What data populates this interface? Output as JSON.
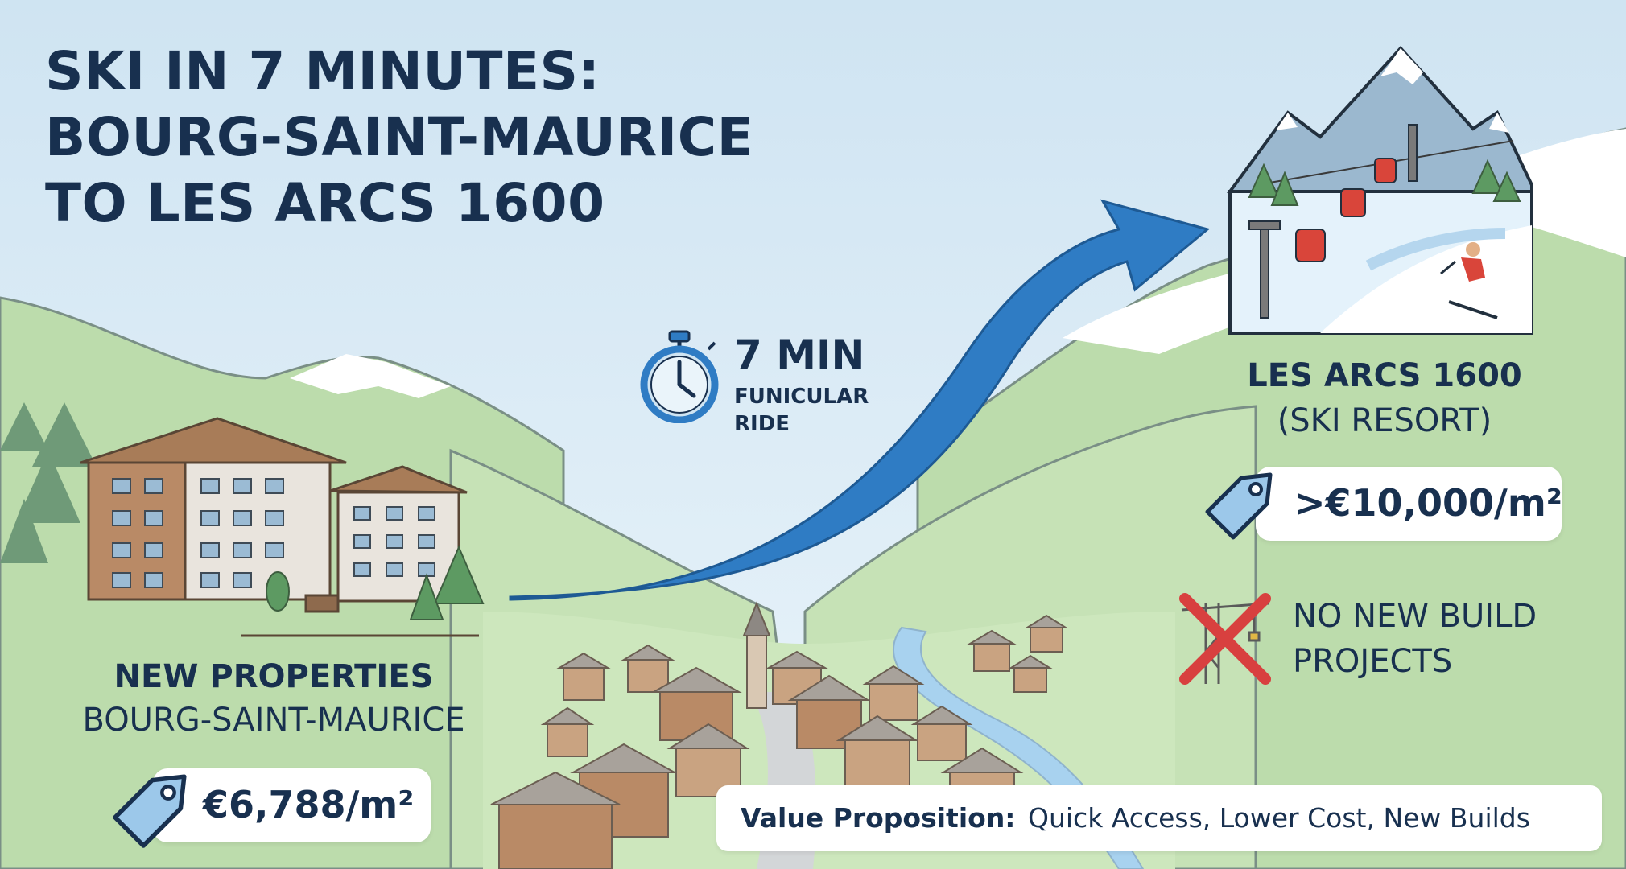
{
  "title": {
    "line1": "SKI IN 7 MINUTES:",
    "line2": "BOURG-SAINT-MAURICE",
    "line3": "TO LES ARCS 1600"
  },
  "funicular": {
    "time": "7 MIN",
    "line1": "FUNICULAR",
    "line2": "RIDE",
    "icon": "stopwatch-icon"
  },
  "resort": {
    "name": "LES ARCS 1600",
    "subtitle": "(SKI RESORT)",
    "price": ">€10,000/m²",
    "no_build_line1": "NO NEW BUILD",
    "no_build_line2": "PROJECTS"
  },
  "town": {
    "title": "NEW PROPERTIES",
    "subtitle": "BOURG-SAINT-MAURICE",
    "price": "€6,788/m²"
  },
  "value_proposition": {
    "label": "Value Proposition:",
    "text": "Quick Access, Lower Cost, New Builds"
  },
  "colors": {
    "sky": "#dfeef7",
    "arrow": "#2f7cc4",
    "text": "#18304f",
    "hill": "#b9dca8",
    "cross": "#d8403f",
    "tag": "#9cc8ea"
  }
}
